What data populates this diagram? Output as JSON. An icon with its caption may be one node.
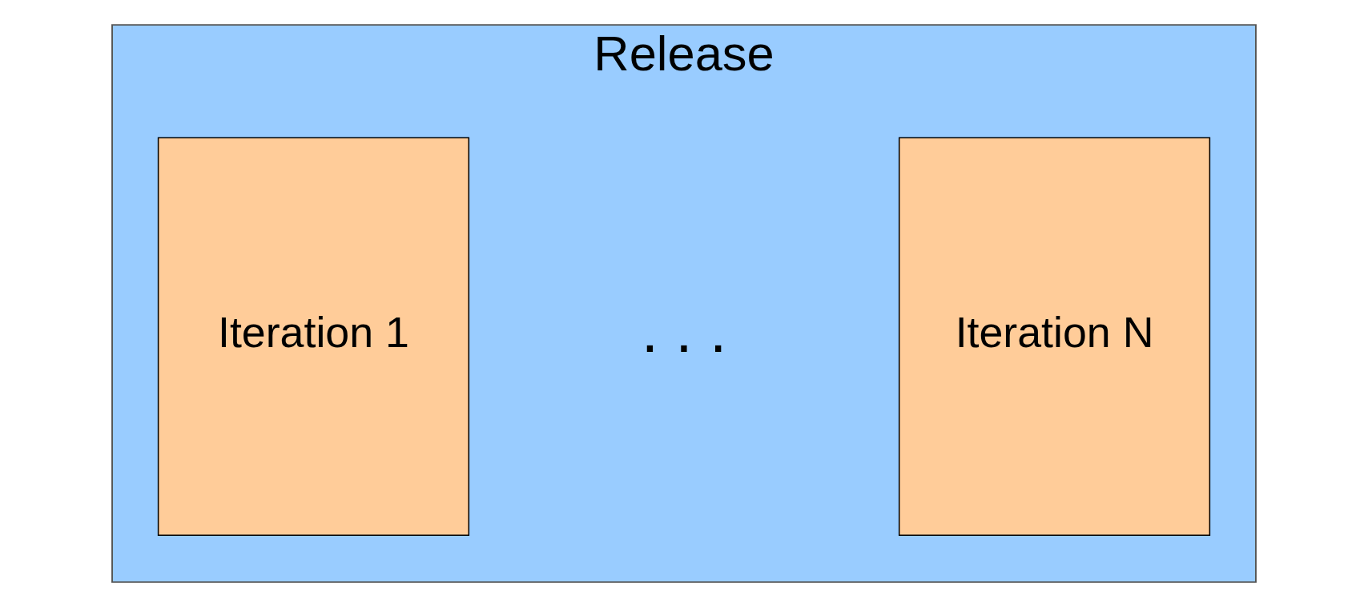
{
  "diagram": {
    "nodes": [
      {
        "text": [
          "Release"
        ]
      },
      {
        "text": [
          "Iteration 1"
        ],
        "in": 0
      },
      {
        "text": [
          "Iteration N"
        ],
        "in": 0
      }
    ],
    "labels": [
      ". . ."
    ]
  }
}
